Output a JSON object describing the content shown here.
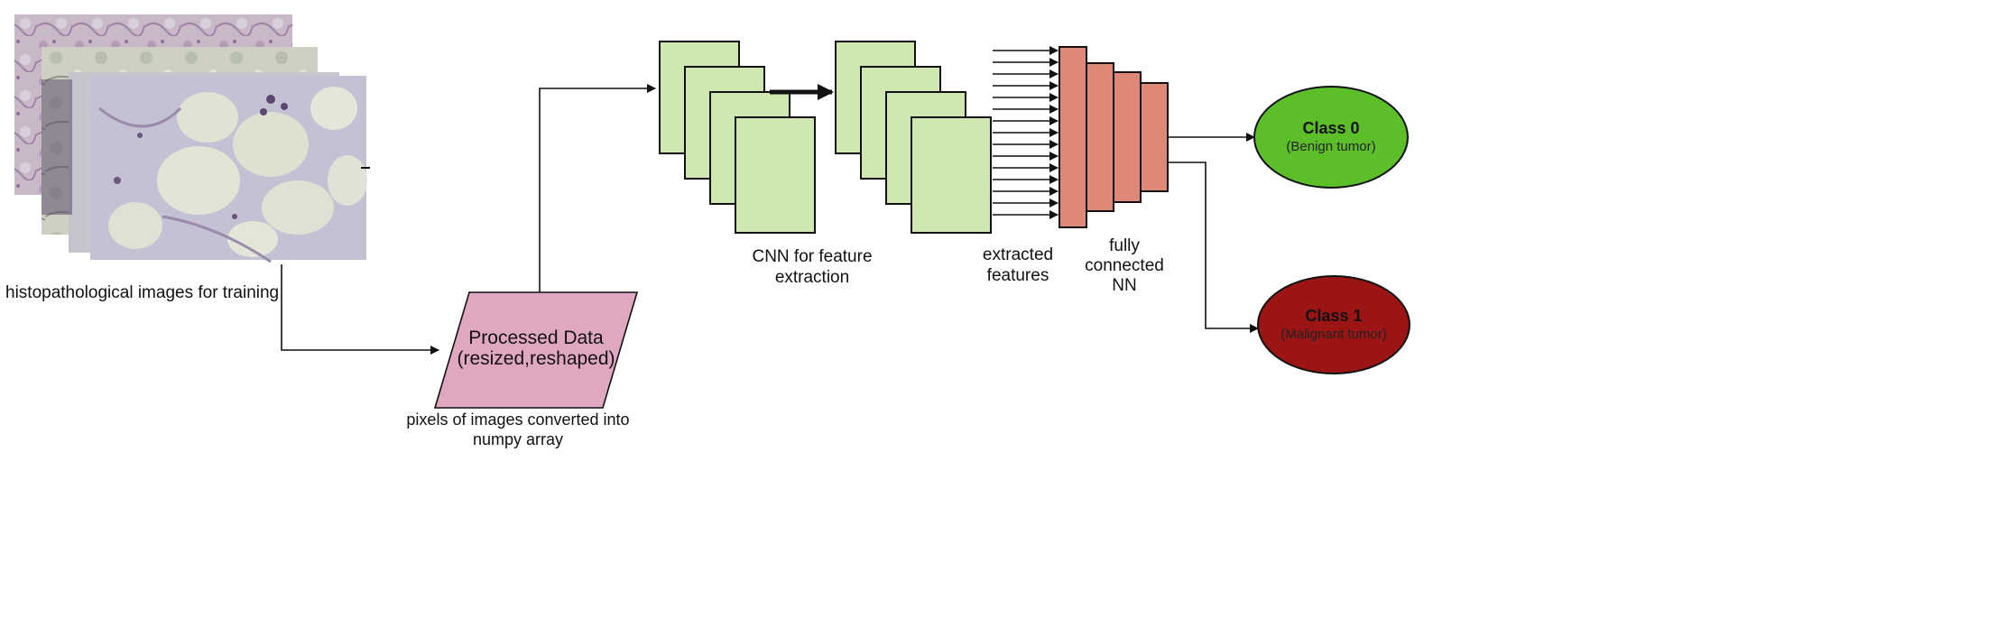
{
  "input": {
    "caption": "histopathological images for training"
  },
  "processing": {
    "title_line1": "Processed Data",
    "title_line2": "(resized,reshaped)",
    "caption_line1": "pixels of images converted into",
    "caption_line2": "numpy array"
  },
  "cnn": {
    "caption_line1": "CNN for feature",
    "caption_line2": "extraction"
  },
  "features": {
    "caption_line1": "extracted",
    "caption_line2": "features"
  },
  "fc": {
    "caption_line1": "fully",
    "caption_line2": "connected",
    "caption_line3": "NN"
  },
  "outputs": [
    {
      "title": "Class 0",
      "subtitle": "(Benign tumor)",
      "color": "#5cbf2a"
    },
    {
      "title": "Class 1",
      "subtitle": "(Malignant tumor)",
      "color": "#9b1515"
    }
  ],
  "colors": {
    "feature_map": "#cfe8b0",
    "fc_layer": "#e08878",
    "process_box": "#e0a8c0",
    "tissue_base": "#c7c5d6"
  }
}
